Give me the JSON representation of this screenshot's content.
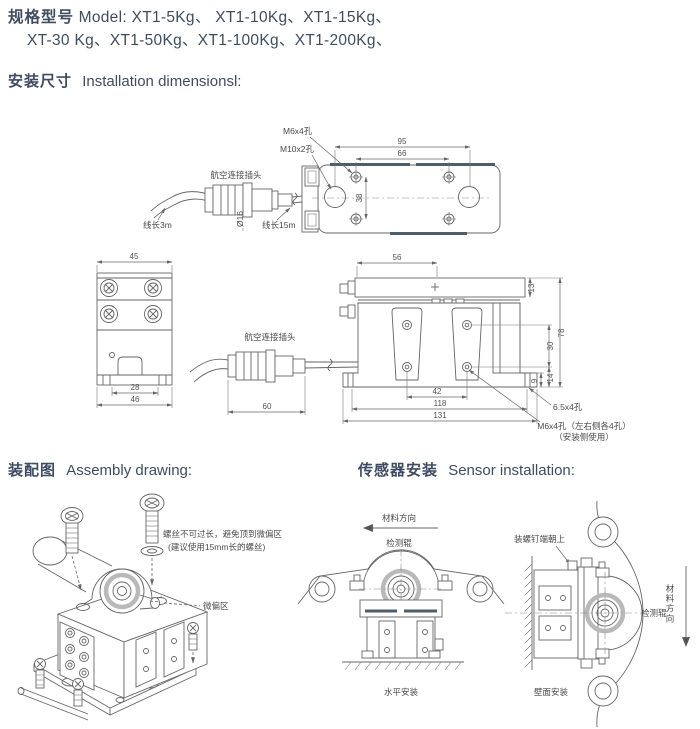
{
  "header": {
    "line1_zh": "规格型号",
    "line1_en": "Model:",
    "line1_models": "XT1-5Kg、  XT1-10Kg、XT1-15Kg、",
    "line2_models": "XT-30 Kg、XT1-50Kg、XT1-100Kg、XT1-200Kg、"
  },
  "install": {
    "heading_zh": "安装尺寸",
    "heading_en": "Installation dimensionsl:",
    "top_view": {
      "label_m6": "M6x4孔",
      "label_m10": "M10x2孔",
      "dim_95": "95",
      "dim_66": "66",
      "dim_38": "38"
    },
    "connector1": {
      "label": "航空连接插头",
      "len3": "线长3m",
      "dia": "Ø16",
      "len15": "线长15m"
    },
    "end_view": {
      "dim_45": "45",
      "dim_28": "28",
      "dim_46": "46"
    },
    "side_view": {
      "connector_label": "航空连接插头",
      "dim_56": "56",
      "dim_13": "13",
      "dim_78": "78",
      "dim_30": "30",
      "dim_14": "14",
      "dim_9": "9",
      "dim_42": "42",
      "dim_118": "118",
      "dim_131": "131",
      "dim_60": "60",
      "label_65": "6.5x4孔",
      "label_m6_line1": "M6x4孔（左右侧各4孔）",
      "label_m6_line2": "（安装侧使用）"
    }
  },
  "assembly": {
    "heading_zh": "装配图",
    "heading_en": "Assembly drawing:",
    "note1": "螺丝不可过长，避免顶到微偏区",
    "note2": "(建议使用15mm长的螺丝)",
    "zone": "微偏区"
  },
  "sensor": {
    "heading_zh": "传感器安装",
    "heading_en": "Sensor installation:",
    "horizontal": {
      "direction": "材料方向",
      "roller": "检测辊",
      "caption": "水平安装"
    },
    "wall": {
      "note": "装螺钉端朝上",
      "roller": "检测辊",
      "direction": "材料方向",
      "caption": "壁面安装"
    }
  }
}
